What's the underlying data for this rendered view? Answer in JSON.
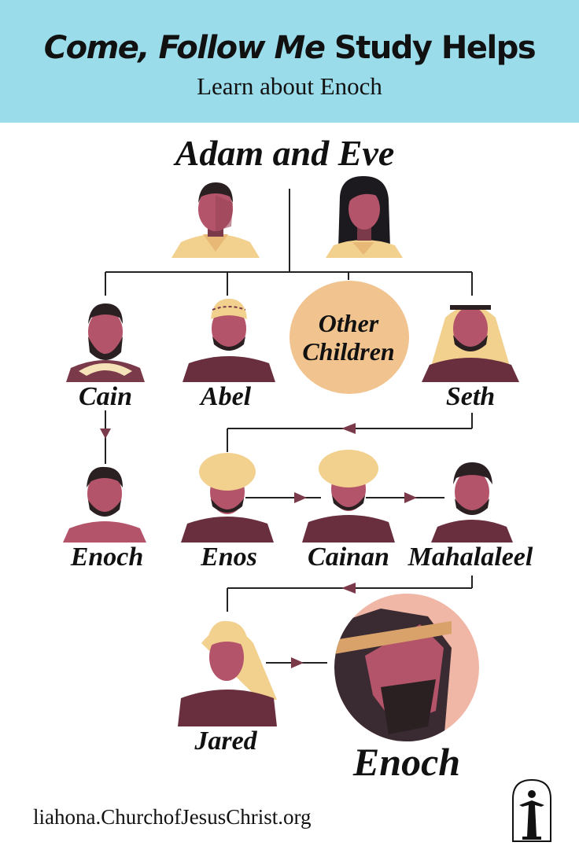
{
  "header": {
    "title_italic": "Come, Follow Me",
    "title_rest": " Study Helps",
    "subtitle": "Learn about Enoch"
  },
  "tree": {
    "root": "Adam and Eve",
    "other_children": [
      "Other",
      "Children"
    ],
    "names": {
      "cain": "Cain",
      "abel": "Abel",
      "seth": "Seth",
      "enoch_son_of_cain": "Enoch",
      "enos": "Enos",
      "cainan": "Cainan",
      "mahalaleel": "Mahalaleel",
      "jared": "Jared",
      "enoch": "Enoch"
    }
  },
  "footer": {
    "url": "liahona.ChurchofJesusChrist.org"
  },
  "colors": {
    "header_bg": "#9bdcea",
    "skin": "#b4546a",
    "skin_shade": "#7a3a4a",
    "robe": "#6a2f3f",
    "headwrap": "#f2d08e",
    "other_children_circle": "#f1c38e",
    "arrow": "#7a3a4a",
    "line": "#222222"
  },
  "icons": [
    "christus-statue-icon",
    "arrow-right-icon",
    "arrow-left-icon",
    "arrow-down-icon"
  ]
}
